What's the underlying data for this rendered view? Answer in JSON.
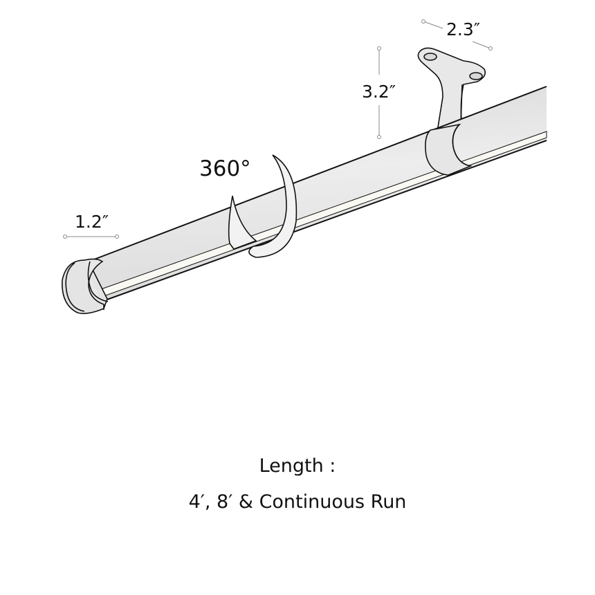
{
  "dimensions": {
    "mount_width": "2.3″",
    "drop_height": "3.2″",
    "diameter": "1.2″",
    "rotation": "360°"
  },
  "caption": {
    "title": "Length :",
    "options": "4′, 8′ & Continuous Run"
  },
  "colors": {
    "body": "#e6e6e6",
    "lens": "#f9f8f2",
    "stroke": "#111111",
    "dim_line": "#888888"
  }
}
